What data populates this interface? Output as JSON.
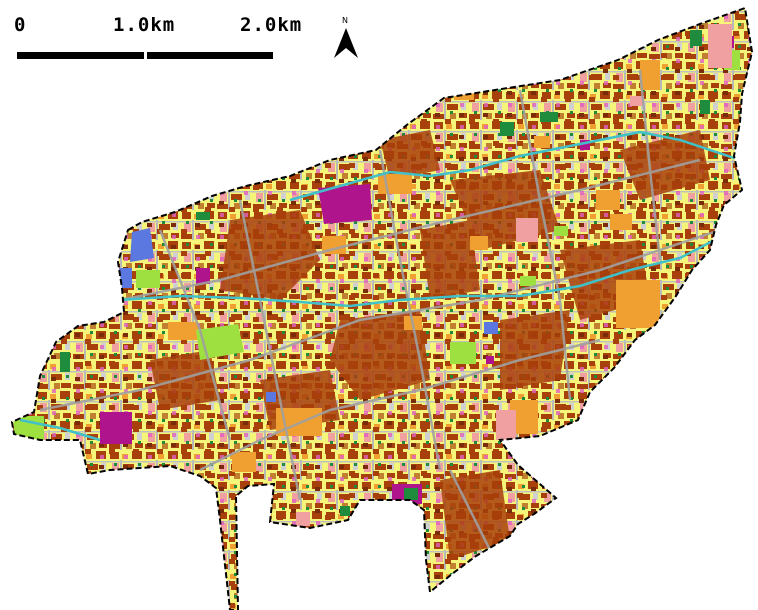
{
  "scale_bar": {
    "labels": [
      "0",
      "1.0km",
      "2.0km"
    ]
  },
  "north_arrow": {
    "letter": "N",
    "icon": "north-arrow-icon"
  },
  "map": {
    "boundary_style": "dashed black outline",
    "palette": {
      "residential_light": "#f5f57a",
      "residential_dense": "#a8400c",
      "commercial": "#f0a030",
      "industrial": "#b0148c",
      "park_green": "#9ee040",
      "forest_dark": "#1e8c3c",
      "public_blue": "#5a78e0",
      "mixed_pink": "#f0a0a0",
      "road_gray": "#a8a8a8",
      "water": "#40c0c8"
    }
  }
}
